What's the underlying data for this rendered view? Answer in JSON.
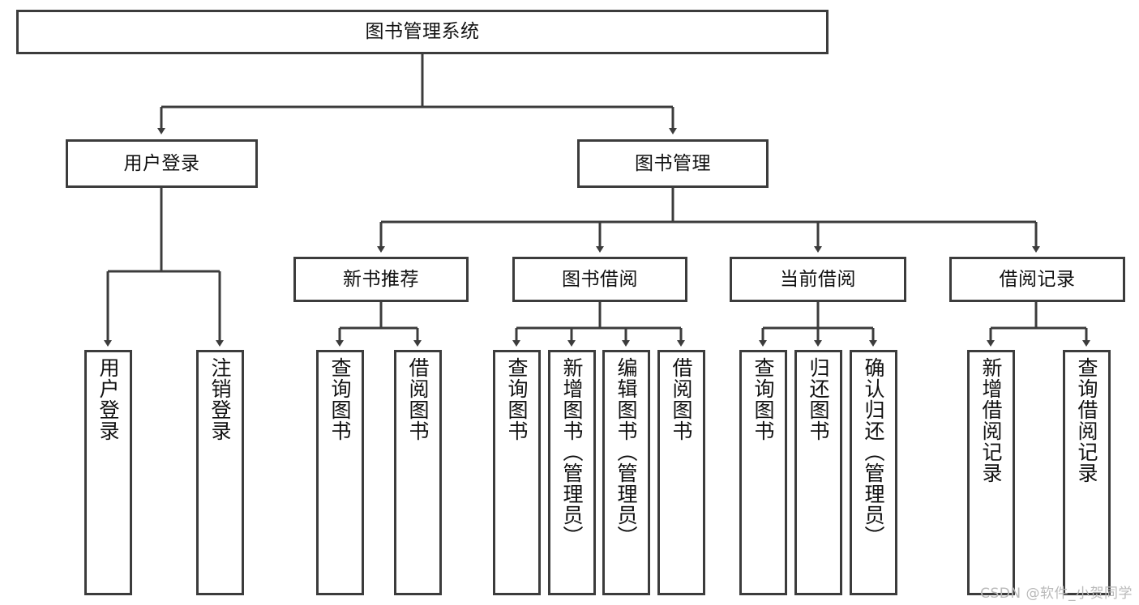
{
  "diagram": {
    "title": "图书管理系统",
    "type": "hierarchy-tree",
    "root": {
      "id": "root",
      "label": "图书管理系统"
    },
    "level2": [
      {
        "id": "user-login",
        "label": "用户登录"
      },
      {
        "id": "book-manage",
        "label": "图书管理"
      }
    ],
    "level3": [
      {
        "id": "new-book-recommend",
        "label": "新书推荐"
      },
      {
        "id": "book-borrow",
        "label": "图书借阅"
      },
      {
        "id": "current-borrow",
        "label": "当前借阅"
      },
      {
        "id": "borrow-record",
        "label": "借阅记录"
      }
    ],
    "leaves": [
      {
        "id": "leaf-user-login",
        "label": "用户登录",
        "parent": "用户登录"
      },
      {
        "id": "leaf-logout",
        "label": "注销登录",
        "parent": "用户登录"
      },
      {
        "id": "leaf-query-book-1",
        "label": "查询图书",
        "parent": "新书推荐"
      },
      {
        "id": "leaf-borrow-book-1",
        "label": "借阅图书",
        "parent": "新书推荐"
      },
      {
        "id": "leaf-query-book-2",
        "label": "查询图书",
        "parent": "图书借阅"
      },
      {
        "id": "leaf-add-book",
        "label": "新增图书（管理员）",
        "parent": "图书借阅"
      },
      {
        "id": "leaf-edit-book",
        "label": "编辑图书（管理员）",
        "parent": "图书借阅"
      },
      {
        "id": "leaf-borrow-book-2",
        "label": "借阅图书",
        "parent": "图书借阅"
      },
      {
        "id": "leaf-query-book-3",
        "label": "查询图书",
        "parent": "当前借阅"
      },
      {
        "id": "leaf-return-book",
        "label": "归还图书",
        "parent": "当前借阅"
      },
      {
        "id": "leaf-confirm-return",
        "label": "确认归还（管理员）",
        "parent": "当前借阅"
      },
      {
        "id": "leaf-add-record",
        "label": "新增借阅记录",
        "parent": "借阅记录"
      },
      {
        "id": "leaf-query-record",
        "label": "查询借阅记录",
        "parent": "借阅记录"
      }
    ]
  },
  "watermark": {
    "text": "CSDN @软件_小贺同学"
  },
  "colors": {
    "border": "#3c3c3c",
    "text": "#111111",
    "background": "#ffffff",
    "watermark": "#b9b9b9"
  }
}
